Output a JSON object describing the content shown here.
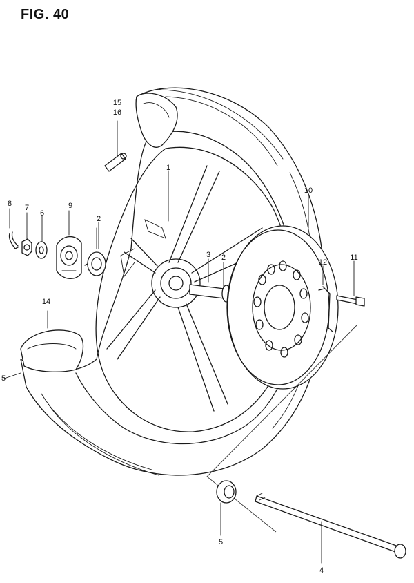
{
  "figure": {
    "title": "FIG. 40",
    "callouts": {
      "c1": "1",
      "c2a": "2",
      "c2b": "2",
      "c3": "3",
      "c4": "4",
      "c5a": "5",
      "c5b": "5",
      "c6": "6",
      "c7": "7",
      "c8": "8",
      "c9": "9",
      "c10": "10",
      "c11": "11",
      "c12": "12",
      "c14": "14",
      "c15": "15",
      "c16": "16"
    }
  }
}
